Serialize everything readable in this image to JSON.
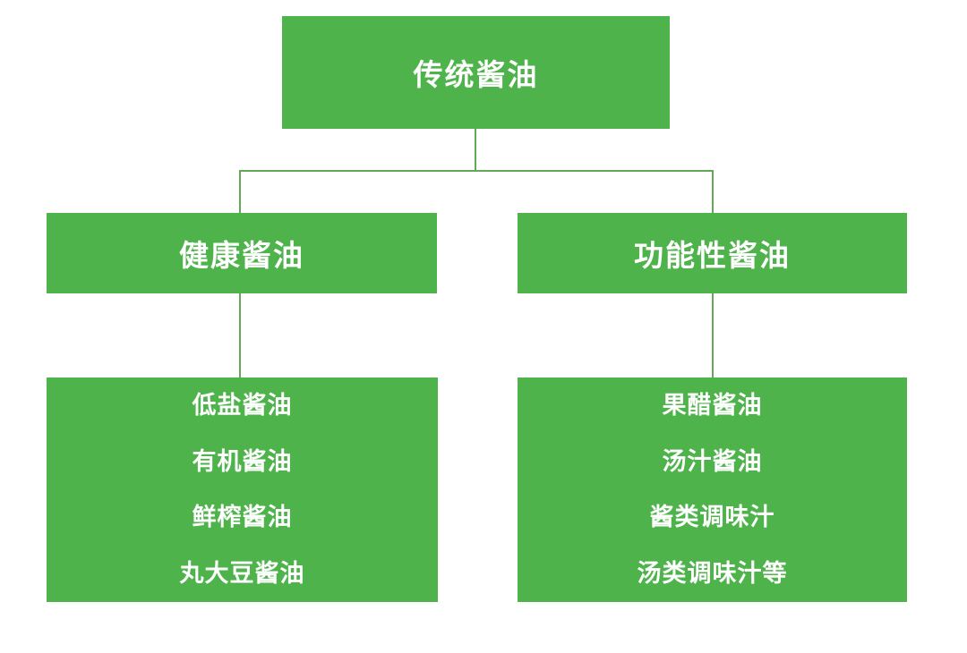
{
  "colors": {
    "node_green": "#4db34a",
    "connector_green": "#63a857",
    "text_white": "#ffffff",
    "background": "#ffffff"
  },
  "nodes": {
    "root": {
      "label": "传统酱油"
    },
    "branch_left": {
      "label": "健康酱油"
    },
    "branch_right": {
      "label": "功能性酱油"
    },
    "leaves_left": {
      "items": [
        "低盐酱油",
        "有机酱油",
        "鲜榨酱油",
        "丸大豆酱油"
      ]
    },
    "leaves_right": {
      "items": [
        "果醋酱油",
        "汤汁酱油",
        "酱类调味汁",
        "汤类调味汁等"
      ]
    }
  }
}
